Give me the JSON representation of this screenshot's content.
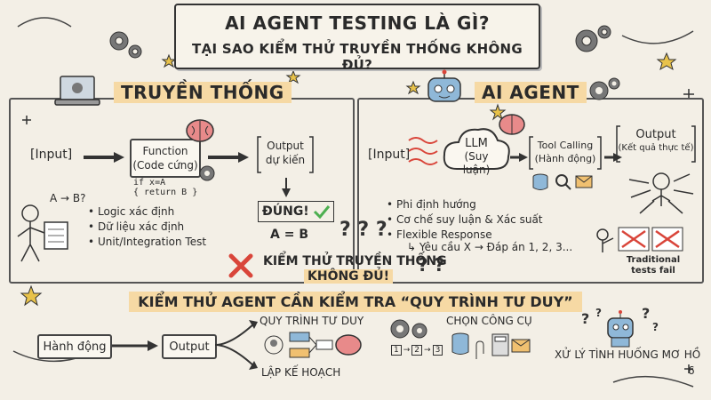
{
  "title": {
    "line1": "AI AGENT TESTING LÀ GÌ?",
    "line2": "TẠI SAO KIỂM THỬ TRUYỀN THỐNG KHÔNG ĐỦ?"
  },
  "traditional": {
    "heading": "TRUYỀN THỐNG",
    "input": "[Input]",
    "function_line1": "Function",
    "function_line2": "(Code cứng)",
    "code": "if x=A\n{ return B }",
    "output_line1": "Output",
    "output_line2": "dự kiến",
    "correct": "ĐÚNG!",
    "equation": "A = B",
    "figure_label": "A → B?",
    "bullets": [
      "Logic xác định",
      "Dữ liệu xác định",
      "Unit/Integration Test"
    ]
  },
  "agent": {
    "heading": "AI AGENT",
    "input": "[Input]",
    "llm_line1": "LLM",
    "llm_line2": "(Suy luận)",
    "tool_line1": "Tool Calling",
    "tool_line2": "(Hành động)",
    "output_line1": "Output",
    "output_line2": "(Kết quả thực tế)",
    "bullets": [
      "Phi định hướng",
      "Cơ chế suy luận & Xác suất",
      "Flexible Response"
    ],
    "sub_bullet": "↳ Yêu cầu X → Đáp án 1, 2, 3...",
    "fail_line1": "Traditional",
    "fail_line2": "tests fail"
  },
  "not_enough": {
    "line1": "KIỂM THỬ TRUYỀN THỐNG",
    "line2": "KHÔNG ĐỦ!"
  },
  "bottom": {
    "heading": "KIỂM THỬ AGENT CẦN KIỂM TRA “QUY TRÌNH TƯ DUY”",
    "action": "Hành động",
    "output": "Output",
    "thinking": "QUY TRÌNH TƯ DUY",
    "planning": "LẬP KẾ HOẠCH",
    "tools": "CHỌN CÔNG CỤ",
    "steps": [
      "1",
      "2",
      "3"
    ],
    "ambiguity": "XỬ LÝ TÌNH HUỐNG MƠ HỒ"
  },
  "page_number": "6",
  "colors": {
    "background": "#f3efe6",
    "highlight": "#f6d9a4",
    "brain": "#e88a8a",
    "check": "#4caf50",
    "cross": "#d9453a",
    "robot": "#8fb8d8",
    "gear": "#555555"
  }
}
